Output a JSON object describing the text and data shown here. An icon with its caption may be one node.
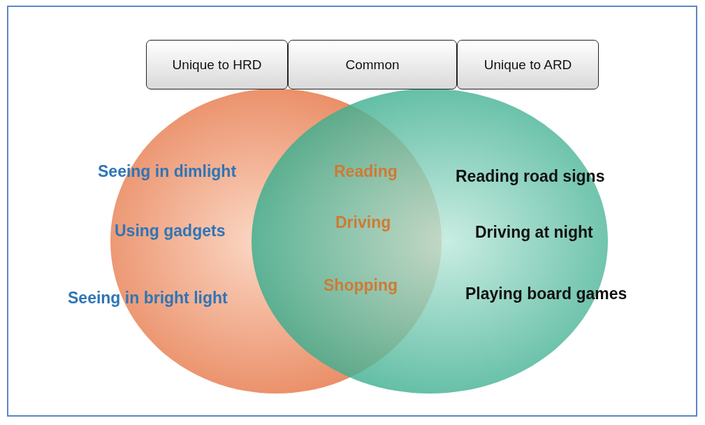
{
  "diagram": {
    "nodes": [
      {
        "text": [
          "Unique to HRD"
        ]
      },
      {
        "text": [
          "Common"
        ]
      },
      {
        "text": [
          "Unique to ARD"
        ]
      }
    ],
    "labels": [
      "Seeing in dimlight",
      "Reading",
      "Reading road signs",
      "Using gadgets",
      "Driving",
      "Driving at night",
      "Seeing in bright light",
      "Shopping",
      "Playing board games"
    ]
  }
}
